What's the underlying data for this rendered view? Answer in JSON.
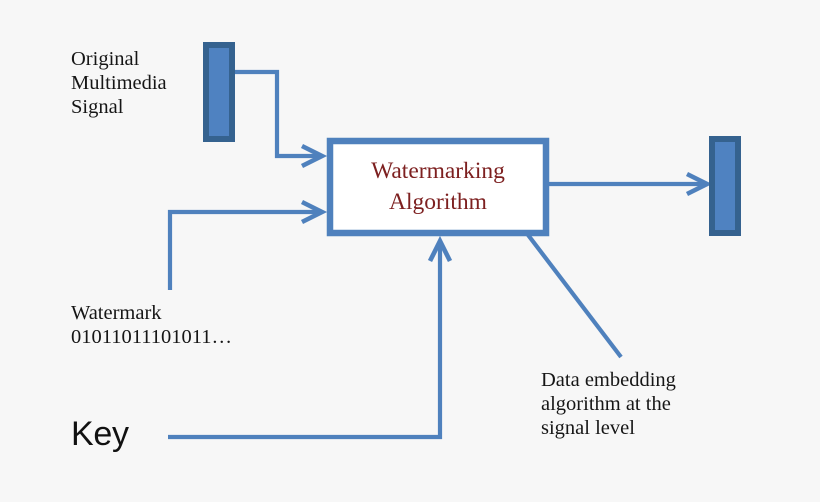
{
  "diagram": {
    "title": "Watermarking embedding block diagram",
    "background_color": "#f7f7f7",
    "accent_color": "#4f81bd",
    "block_border_color": "#35628f",
    "block_fill_color": "#4f82c1",
    "algorithm_text_color": "#7d2020"
  },
  "blocks": {
    "input_signal": {
      "name": "Original Multimedia Signal block",
      "fill": "#4f82c1",
      "border": "#35628f"
    },
    "output_signal": {
      "name": "Watermarked signal block",
      "fill": "#4f82c1",
      "border": "#35628f"
    },
    "algorithm": {
      "line1": "Watermarking",
      "line2": "Algorithm",
      "border": "#4f81bd",
      "fill": "#ffffff"
    }
  },
  "labels": {
    "original_signal": "Original\nMultimedia\nSignal",
    "watermark_title": "Watermark",
    "watermark_bits": "01011011101011…",
    "watermark": "Watermark\n01011011101011…",
    "key": "Key",
    "note": "Data embedding\nalgorithm at the\nsignal level",
    "note_line1": "Data embedding",
    "note_line2": "algorithm at the",
    "note_line3": "signal level"
  },
  "connectors": [
    {
      "name": "signal-to-algorithm",
      "from": "input_signal",
      "to": "algorithm",
      "arrow": true
    },
    {
      "name": "watermark-to-algorithm",
      "from": "watermark",
      "to": "algorithm",
      "arrow": true
    },
    {
      "name": "key-to-algorithm",
      "from": "key",
      "to": "algorithm",
      "arrow": true
    },
    {
      "name": "algorithm-to-output",
      "from": "algorithm",
      "to": "output_signal",
      "arrow": true
    },
    {
      "name": "algorithm-to-note",
      "from": "algorithm",
      "to": "note",
      "arrow": false
    }
  ]
}
